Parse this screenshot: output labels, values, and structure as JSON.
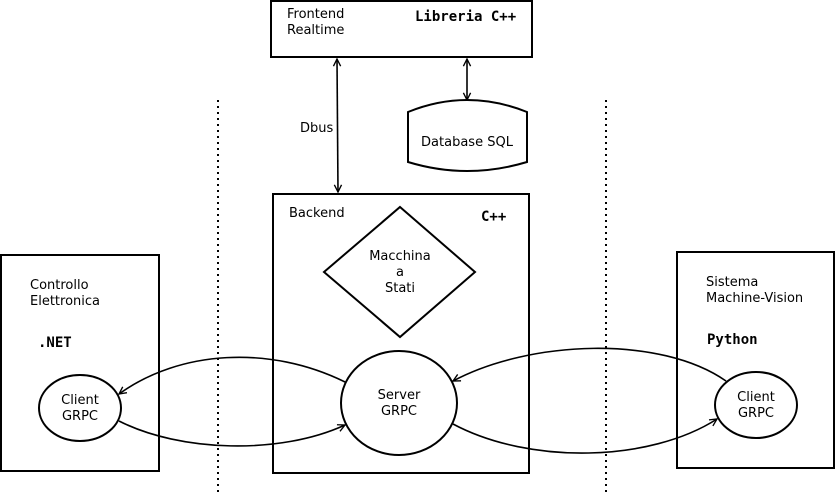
{
  "frontend": {
    "title_line1": "Frontend",
    "title_line2": "Realtime",
    "tech": "Libreria C++"
  },
  "database": {
    "label": "Database SQL"
  },
  "link_label": "Dbus",
  "backend": {
    "title": "Backend",
    "tech": "C++",
    "state_machine": [
      "Macchina",
      "a",
      "Stati"
    ]
  },
  "server": {
    "line1": "Server",
    "line2": "GRPC"
  },
  "left_system": {
    "title_line1": "Controllo",
    "title_line2": "Elettronica",
    "tech": ".NET",
    "client_line1": "Client",
    "client_line2": "GRPC"
  },
  "right_system": {
    "title_line1": "Sistema",
    "title_line2": "Machine-Vision",
    "tech": "Python",
    "client_line1": "Client",
    "client_line2": "GRPC"
  }
}
